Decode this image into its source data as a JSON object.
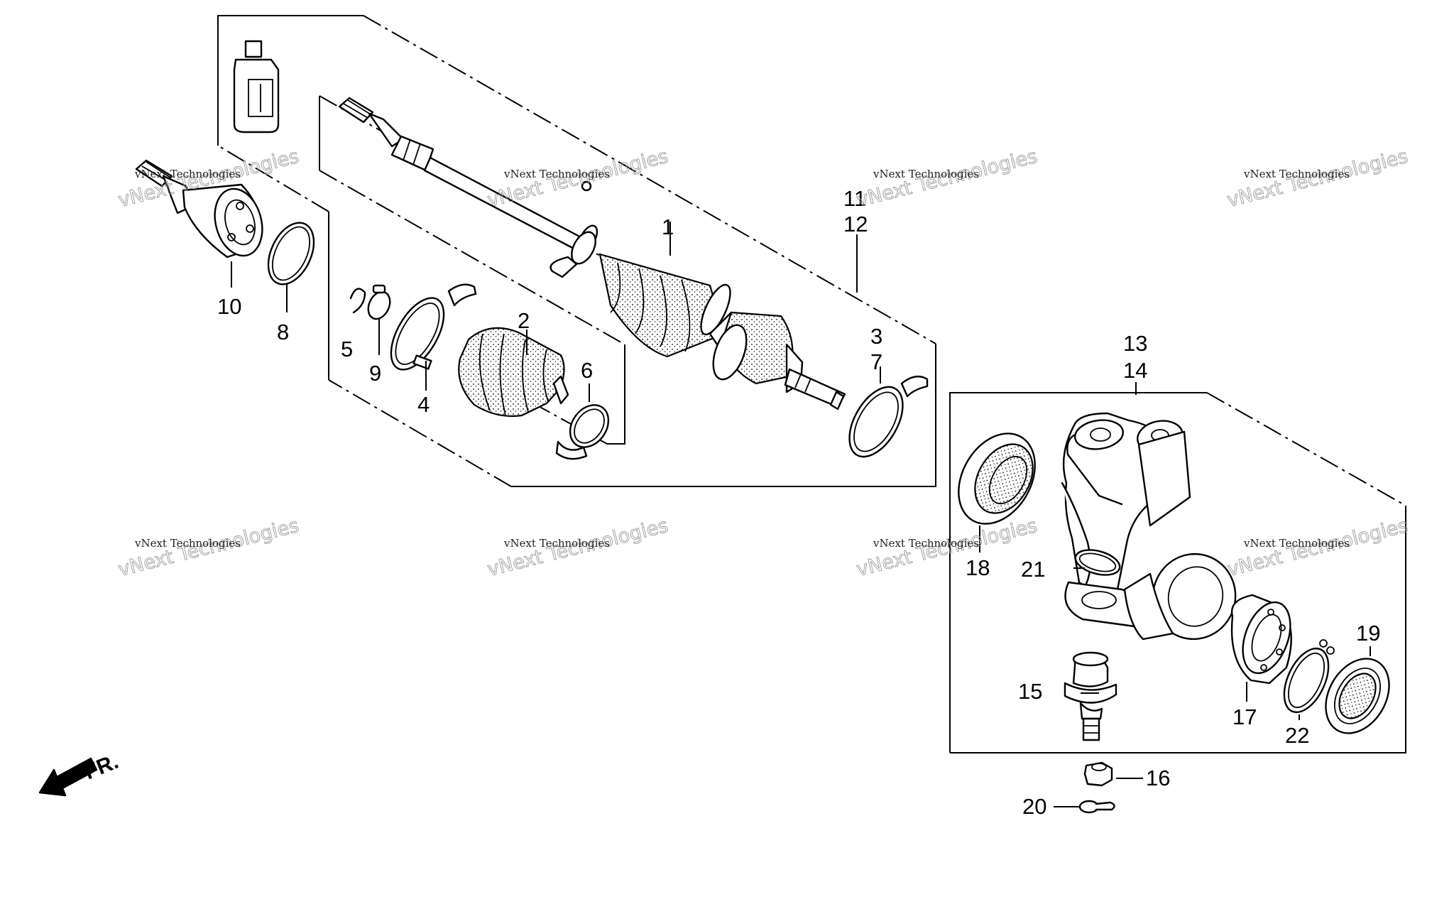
{
  "callouts": [
    {
      "id": "1",
      "text": "1"
    },
    {
      "id": "2",
      "text": "2"
    },
    {
      "id": "3",
      "text": "3"
    },
    {
      "id": "4",
      "text": "4"
    },
    {
      "id": "5",
      "text": "5"
    },
    {
      "id": "6",
      "text": "6"
    },
    {
      "id": "7",
      "text": "7"
    },
    {
      "id": "8",
      "text": "8"
    },
    {
      "id": "9",
      "text": "9"
    },
    {
      "id": "10",
      "text": "10"
    },
    {
      "id": "11",
      "text": "11"
    },
    {
      "id": "12",
      "text": "12"
    },
    {
      "id": "13",
      "text": "13"
    },
    {
      "id": "14",
      "text": "14"
    },
    {
      "id": "15",
      "text": "15"
    },
    {
      "id": "16",
      "text": "16"
    },
    {
      "id": "17",
      "text": "17"
    },
    {
      "id": "18",
      "text": "18"
    },
    {
      "id": "19",
      "text": "19"
    },
    {
      "id": "20",
      "text": "20"
    },
    {
      "id": "21",
      "text": "21"
    },
    {
      "id": "22",
      "text": "22"
    }
  ],
  "watermark": {
    "line1": "vNext Technologies",
    "line2": "vNext Technologies"
  },
  "direction_label": "FR."
}
